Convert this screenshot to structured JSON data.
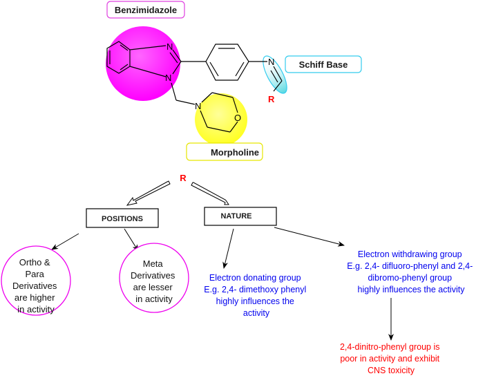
{
  "colors": {
    "benzimidazole_fill": "#ff00ff",
    "benzimidazole_border": "#e040e0",
    "morpholine_fill": "#ffff33",
    "morpholine_border": "#e6e600",
    "schiff_fill": "#66dde6",
    "schiff_border": "#33ccee",
    "r_group": "#ff0000",
    "blue_text": "#0000ee",
    "red_text": "#ff0000",
    "circle_border": "#ee00ee"
  },
  "structure": {
    "labels": {
      "benzimidazole": "Benzimidazole",
      "schiff_base": "Schiff Base",
      "morpholine": "Morpholine"
    },
    "atoms": {
      "imidazole_n1": "N",
      "imidazole_n3": "N",
      "imine_n": "N",
      "morpholine_n": "N",
      "morpholine_o": "O",
      "r_group": "R"
    }
  },
  "sar": {
    "root": "R",
    "branches": [
      {
        "label": "POSITIONS",
        "children": [
          {
            "lines": [
              "Ortho &",
              "Para",
              "Derivatives",
              "are higher",
              "in activity"
            ]
          },
          {
            "lines": [
              "Meta",
              "Derivatives",
              "are lesser",
              "in activity"
            ]
          }
        ]
      },
      {
        "label": "NATURE",
        "children": [
          {
            "lines": [
              "Electron donating group",
              "E.g. 2,4- dimethoxy phenyl",
              "highly influences the",
              "activity"
            ]
          },
          {
            "lines": [
              "Electron withdrawing group",
              "E.g. 2,4- difluoro-phenyl and 2,4-",
              "dibromo-phenyl group",
              "highly influences the activity"
            ]
          }
        ]
      }
    ],
    "toxicity_note": {
      "lines": [
        "2,4-dinitro-phenyl group is",
        "poor in activity and exhibit",
        "CNS toxicity"
      ]
    }
  }
}
